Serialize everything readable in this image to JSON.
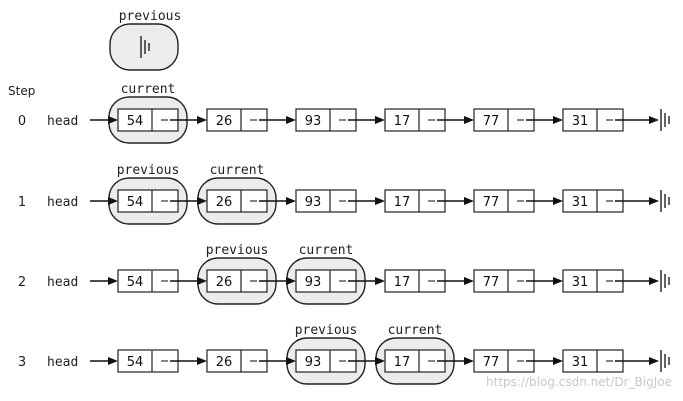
{
  "step_header": "Step",
  "head_label": "head",
  "pointer_previous": "previous",
  "pointer_current": "current",
  "values": [
    "54",
    "26",
    "93",
    "17",
    "77",
    "31"
  ],
  "steps": [
    {
      "label": "0",
      "current": 0,
      "previous": null
    },
    {
      "label": "1",
      "current": 1,
      "previous": 0
    },
    {
      "label": "2",
      "current": 2,
      "previous": 1
    },
    {
      "label": "3",
      "current": 3,
      "previous": 2
    }
  ],
  "initial_previous_is_none": true,
  "watermark": "https://blog.csdn.net/Dr_BigJoe"
}
